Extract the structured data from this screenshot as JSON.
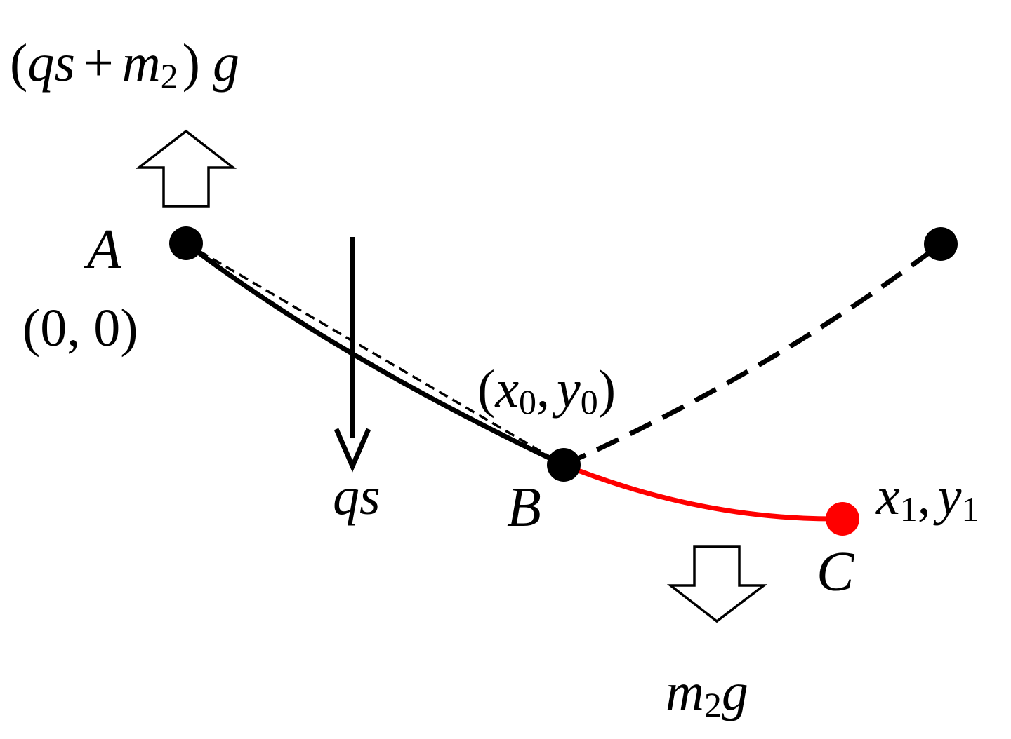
{
  "labels": {
    "point_a": "A",
    "point_a_coords": "(0, 0)",
    "point_b": "B",
    "point_b_coords": {
      "open": "(",
      "x": "x",
      "x_sub": "0",
      "comma": ",",
      "y": "y",
      "y_sub": "0",
      "close": ")"
    },
    "point_c": "C",
    "point_c_coords": {
      "x": "x",
      "x_sub": "1",
      "comma": ",",
      "y": "y",
      "y_sub": "1"
    },
    "support_force": {
      "open": "(",
      "q": "q",
      "s": "s",
      "plus": "+",
      "m": "m",
      "m_sub": "2",
      "close": ")",
      "g": "g"
    },
    "distributed_load": "qs",
    "end_weight": {
      "m": "m",
      "m_sub": "2",
      "g": "g"
    }
  },
  "colors": {
    "ink": "#000000",
    "highlight": "#ff0000",
    "background": "#ffffff"
  },
  "icons": {
    "support_force_arrow": "hollow-up-arrow",
    "end_weight_arrow": "hollow-down-arrow",
    "load_arrow": "solid-down-arrow"
  }
}
